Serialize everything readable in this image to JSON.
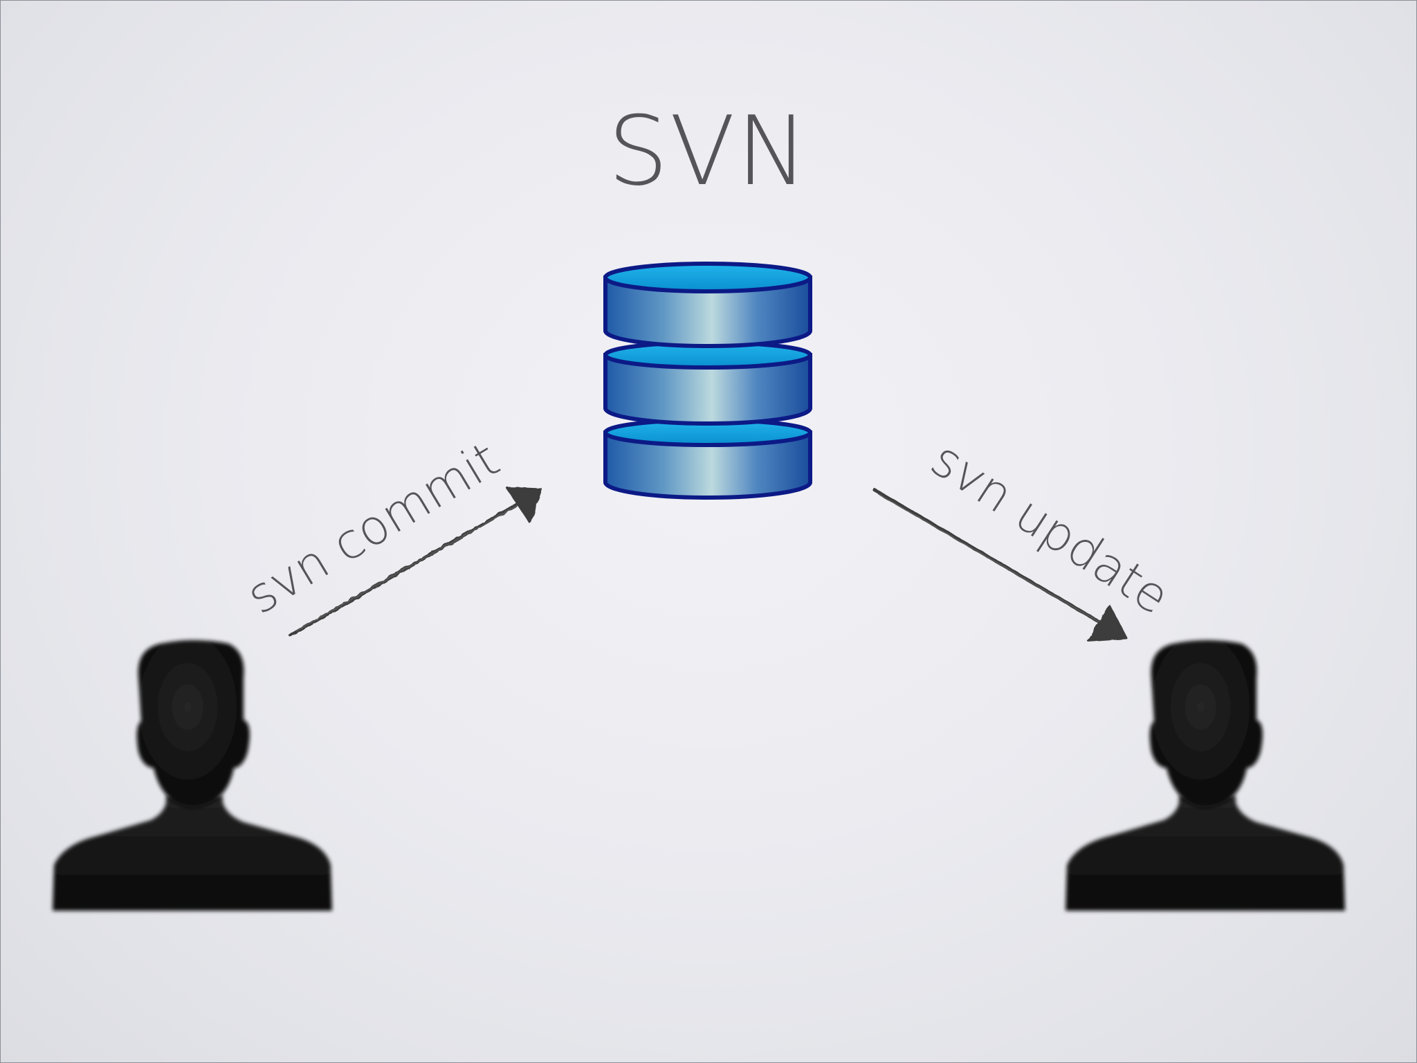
{
  "slide": {
    "title": "SVN"
  },
  "arrows": {
    "commit_label": "svn commit",
    "update_label": "svn update"
  },
  "icons": {
    "repository": "database-icon",
    "left_user": "user-silhouette-icon",
    "right_user": "user-silhouette-icon"
  },
  "colors": {
    "database_fill": "#2f74b8",
    "database_highlight": "#b9d6dc",
    "database_top": "#1ea6e0",
    "database_outline": "#0c1a86",
    "silhouette": "#0d0d0d",
    "text": "#555559"
  }
}
